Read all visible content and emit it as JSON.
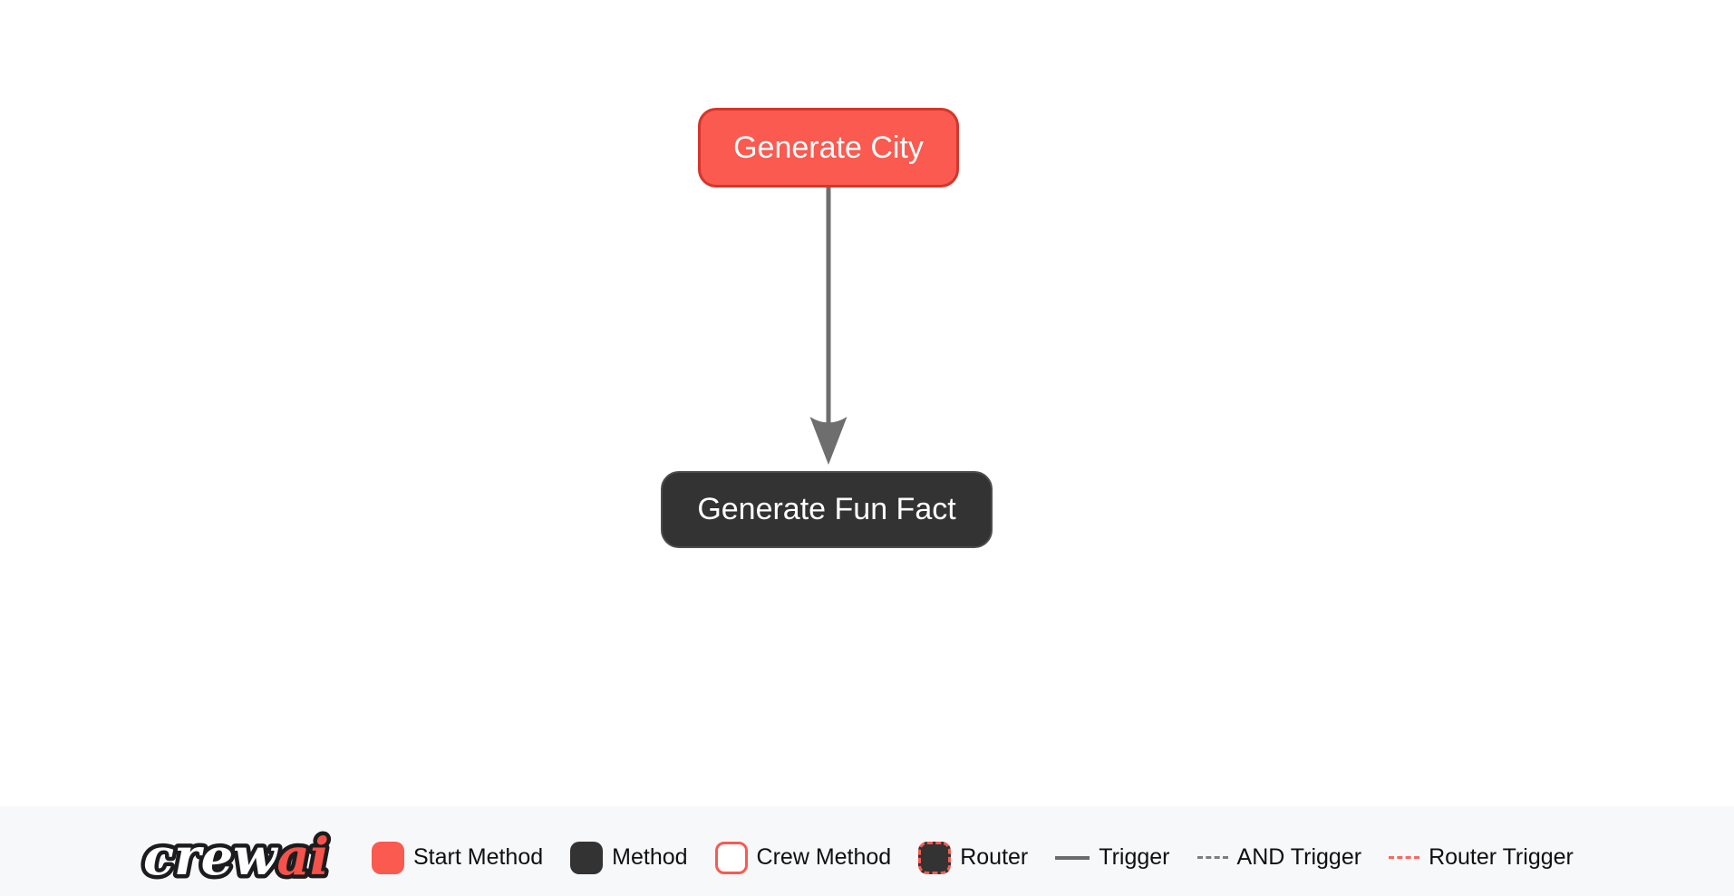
{
  "canvas": {
    "background": "#ffffff",
    "nodes": [
      {
        "id": "generate_city",
        "label": "Generate City",
        "kind": "start-method",
        "fill": "#FA5A50",
        "border": "#D6352B",
        "text_color": "#ffffff"
      },
      {
        "id": "generate_fun_fact",
        "label": "Generate Fun Fact",
        "kind": "method",
        "fill": "#333333",
        "border": "#4c4c4c",
        "text_color": "#ffffff"
      }
    ],
    "edges": [
      {
        "from": "generate_city",
        "to": "generate_fun_fact",
        "type": "trigger",
        "color": "#6e6e6e",
        "style": "solid-arrow-down"
      }
    ]
  },
  "legend": {
    "background": "#f7f8f9",
    "logo": {
      "text_primary": "crew",
      "text_accent": "ai",
      "primary_color": "#ffffff",
      "accent_color": "#F4524A",
      "outline_color": "#1c1c1e"
    },
    "items": [
      {
        "label": "Start Method",
        "swatch": "start-method-swatch",
        "color": "#FA5A50"
      },
      {
        "label": "Method",
        "swatch": "method-swatch",
        "color": "#333333"
      },
      {
        "label": "Crew Method",
        "swatch": "crew-method-swatch",
        "color": "#FA5A50"
      },
      {
        "label": "Router",
        "swatch": "router-swatch",
        "color": "#FA5A50"
      },
      {
        "label": "Trigger",
        "swatch": "trigger-line",
        "color": "#6b6b6b"
      },
      {
        "label": "AND Trigger",
        "swatch": "and-trigger-line",
        "color": "#7d7d7d"
      },
      {
        "label": "Router Trigger",
        "swatch": "router-trigger-line",
        "color": "#F9685E"
      }
    ],
    "text_color": "#101010"
  }
}
